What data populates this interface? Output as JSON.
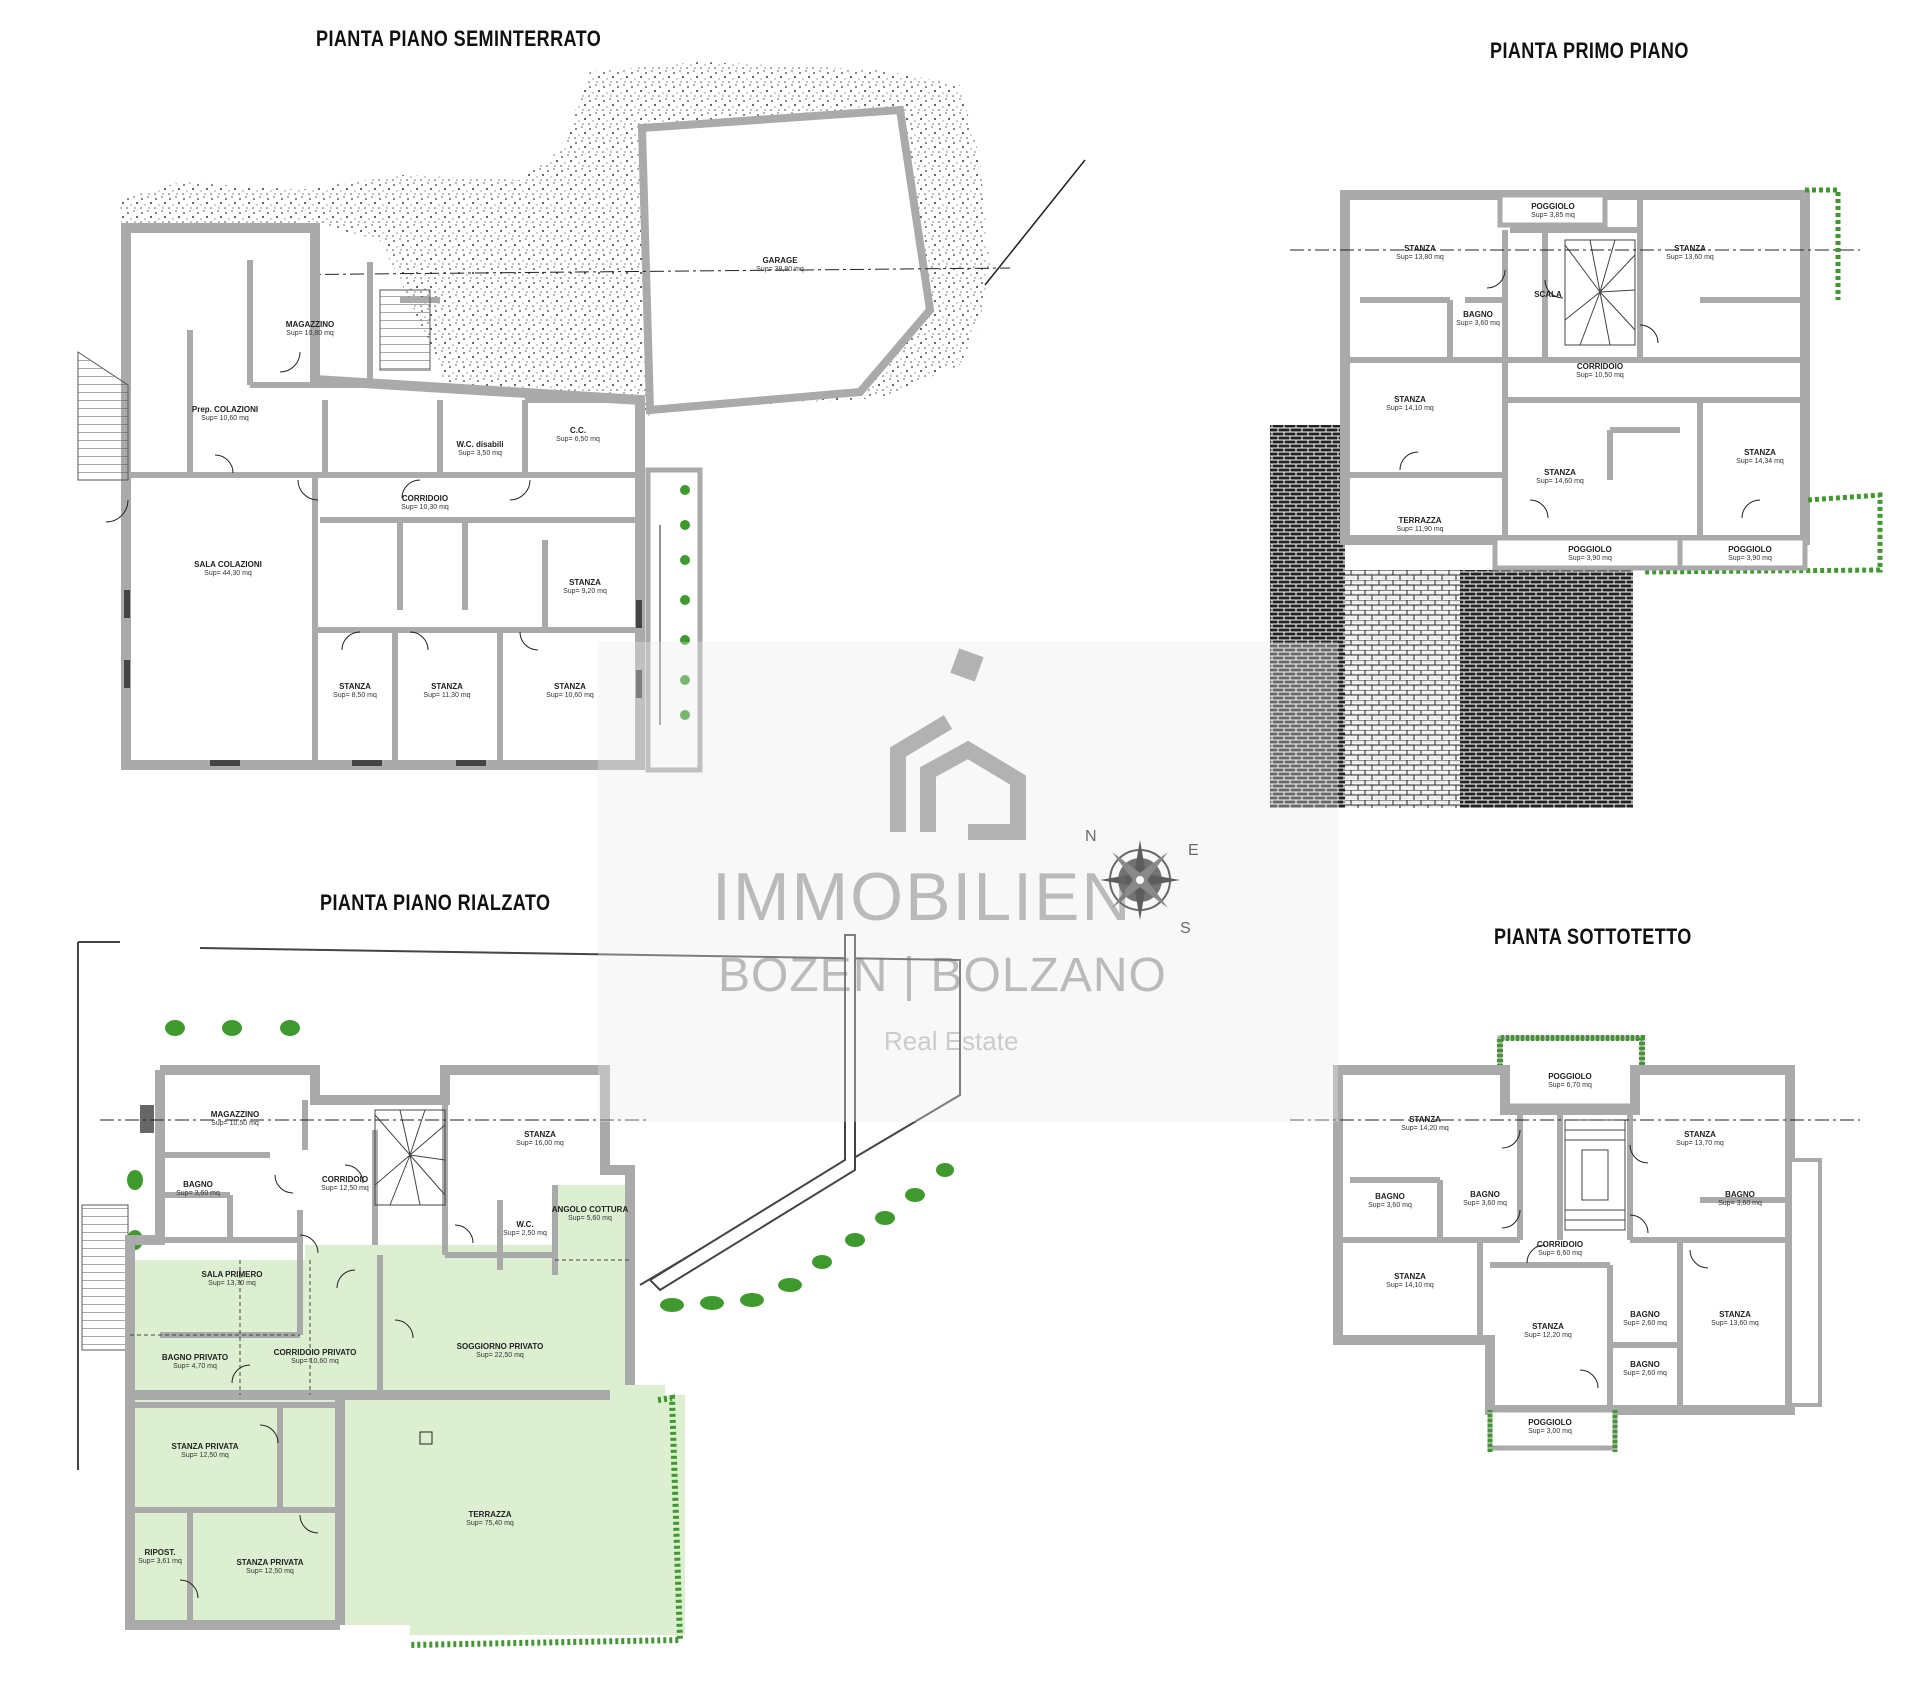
{
  "plans": {
    "seminterrato": {
      "title": "PIANTA PIANO SEMINTERRATO"
    },
    "primo": {
      "title": "PIANTA PRIMO PIANO"
    },
    "rialzato": {
      "title": "PIANTA PIANO RIALZATO"
    },
    "sottotetto": {
      "title": "PIANTA SOTTOTETTO"
    }
  },
  "rooms": {
    "seminterrato": [
      {
        "name": "GARAGE",
        "area": "Sup= 38,80 mq"
      },
      {
        "name": "MAGAZZINO",
        "area": "Sup= 10,80 mq"
      },
      {
        "name": "Prep. COLAZIONI",
        "area": "Sup= 10,60 mq"
      },
      {
        "name": "W.C. disabili",
        "area": "Sup= 3,50 mq"
      },
      {
        "name": "C.C.",
        "area": "Sup= 6,50 mq"
      },
      {
        "name": "CORRIDOIO",
        "area": "Sup= 10,30 mq"
      },
      {
        "name": "SALA COLAZIONI",
        "area": "Sup= 44,30 mq"
      },
      {
        "name": "STANZA",
        "area": "Sup= 8,50 mq"
      },
      {
        "name": "STANZA",
        "area": "Sup= 11,30 mq"
      },
      {
        "name": "STANZA",
        "area": "Sup= 10,60 mq"
      },
      {
        "name": "STANZA",
        "area": "Sup= 9,20 mq"
      }
    ],
    "primo": [
      {
        "name": "POGGIOLO",
        "area": "Sup= 3,85 mq"
      },
      {
        "name": "STANZA",
        "area": "Sup= 13,80 mq"
      },
      {
        "name": "STANZA",
        "area": "Sup= 13,60 mq"
      },
      {
        "name": "BAGNO",
        "area": "Sup= 3,60 mq"
      },
      {
        "name": "SCALA",
        "area": ""
      },
      {
        "name": "CORRIDOIO",
        "area": "Sup= 10,50 mq"
      },
      {
        "name": "STANZA",
        "area": "Sup= 14,10 mq"
      },
      {
        "name": "STANZA",
        "area": "Sup= 14,60 mq"
      },
      {
        "name": "STANZA",
        "area": "Sup= 14,34 mq"
      },
      {
        "name": "TERRAZZA",
        "area": "Sup= 11,90 mq"
      },
      {
        "name": "POGGIOLO",
        "area": "Sup= 3,90 mq"
      },
      {
        "name": "POGGIOLO",
        "area": "Sup= 3,90 mq"
      }
    ],
    "rialzato": [
      {
        "name": "MAGAZZINO",
        "area": "Sup= 10,50 mq"
      },
      {
        "name": "CORRIDOIO",
        "area": "Sup= 12,50 mq"
      },
      {
        "name": "STANZA",
        "area": "Sup= 16,00 mq"
      },
      {
        "name": "BAGNO",
        "area": "Sup= 3,60 mq"
      },
      {
        "name": "SALA PRIMERO",
        "area": "Sup= 13,70 mq"
      },
      {
        "name": "W.C.",
        "area": "Sup= 2,50 mq"
      },
      {
        "name": "ANGOLO COTTURA",
        "area": "Sup= 5,60 mq"
      },
      {
        "name": "SOGGIORNO PRIVATO",
        "area": "Sup= 22,50 mq"
      },
      {
        "name": "CORRIDOIO PRIVATO",
        "area": "Sup= 10,60 mq"
      },
      {
        "name": "BAGNO PRIVATO",
        "area": "Sup= 4,70 mq"
      },
      {
        "name": "STANZA PRIVATA",
        "area": "Sup= 12,50 mq"
      },
      {
        "name": "TERRAZZA",
        "area": "Sup= 75,40 mq"
      },
      {
        "name": "STANZA PRIVATA",
        "area": "Sup= 12,50 mq"
      },
      {
        "name": "RIPOST.",
        "area": "Sup= 3,61 mq"
      }
    ],
    "sottotetto": [
      {
        "name": "POGGIOLO",
        "area": "Sup= 6,70 mq"
      },
      {
        "name": "STANZA",
        "area": "Sup= 14,20 mq"
      },
      {
        "name": "STANZA",
        "area": "Sup= 13,70 mq"
      },
      {
        "name": "BAGNO",
        "area": "Sup= 3,60 mq"
      },
      {
        "name": "BAGNO",
        "area": "Sup= 3,60 mq"
      },
      {
        "name": "BAGNO",
        "area": "Sup= 3,60 mq"
      },
      {
        "name": "CORRIDOIO",
        "area": "Sup= 6,60 mq"
      },
      {
        "name": "STANZA",
        "area": "Sup= 14,10 mq"
      },
      {
        "name": "STANZA",
        "area": "Sup= 12,20 mq"
      },
      {
        "name": "STANZA",
        "area": "Sup= 13,60 mq"
      },
      {
        "name": "BAGNO",
        "area": "Sup= 2,60 mq"
      },
      {
        "name": "BAGNO",
        "area": "Sup= 2,60 mq"
      },
      {
        "name": "POGGIOLO",
        "area": "Sup= 3,00 mq"
      }
    ]
  },
  "watermark": {
    "line1": "IMMOBILIEN",
    "line2": "BOZEN | BOLZANO",
    "line3": "Real Estate"
  },
  "compass": {
    "north": "N",
    "east": "E",
    "south": "S"
  },
  "colors": {
    "wall": "#aaaaaa",
    "wall_dark": "#4a4a4a",
    "private_area": "#dcefd0",
    "hedge": "#3f9a2e",
    "room_label_highlight": "#c8b77a",
    "watermark": "#8a8a8a"
  }
}
